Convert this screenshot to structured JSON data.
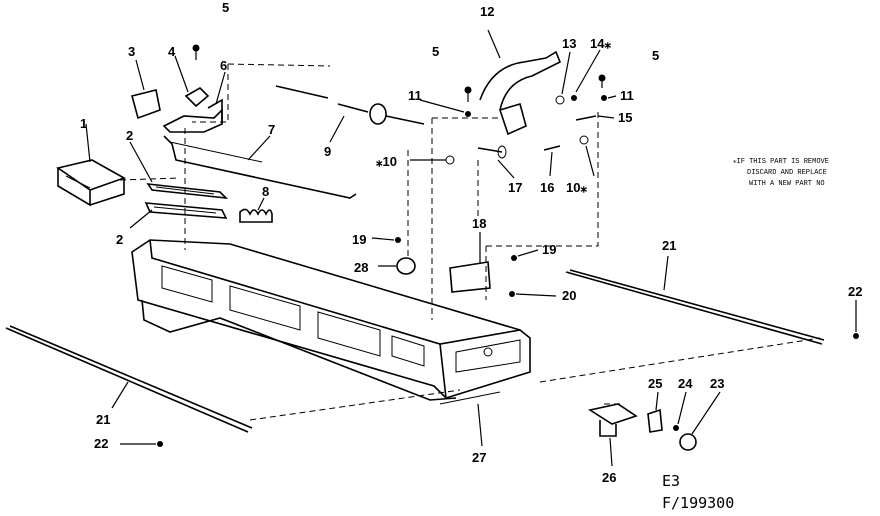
{
  "labels": {
    "p1": "1",
    "p2a": "2",
    "p2b": "2",
    "p3": "3",
    "p4": "4",
    "p5a": "5",
    "p5b": "5",
    "p5c": "5",
    "p6": "6",
    "p7": "7",
    "p8": "8",
    "p9": "9",
    "p10a": "⁎10",
    "p10b": "10⁎",
    "p11a": "11",
    "p11b": "11",
    "p12": "12",
    "p13": "13",
    "p14": "14⁎",
    "p15": "15",
    "p16": "16",
    "p17": "17",
    "p18": "18",
    "p19a": "19",
    "p19b": "19",
    "p20": "20",
    "p21a": "21",
    "p21b": "21",
    "p22a": "22",
    "p22b": "22",
    "p23": "23",
    "p24": "24",
    "p25": "25",
    "p26": "26",
    "p27": "27",
    "p28": "28"
  },
  "note": {
    "line1": "⁎IF THIS PART IS REMOVE",
    "line2": "DISCARD AND REPLACE",
    "line3": "WITH A NEW PART NO"
  },
  "footer": {
    "section": "E3",
    "drawing_number": "F/199300"
  }
}
